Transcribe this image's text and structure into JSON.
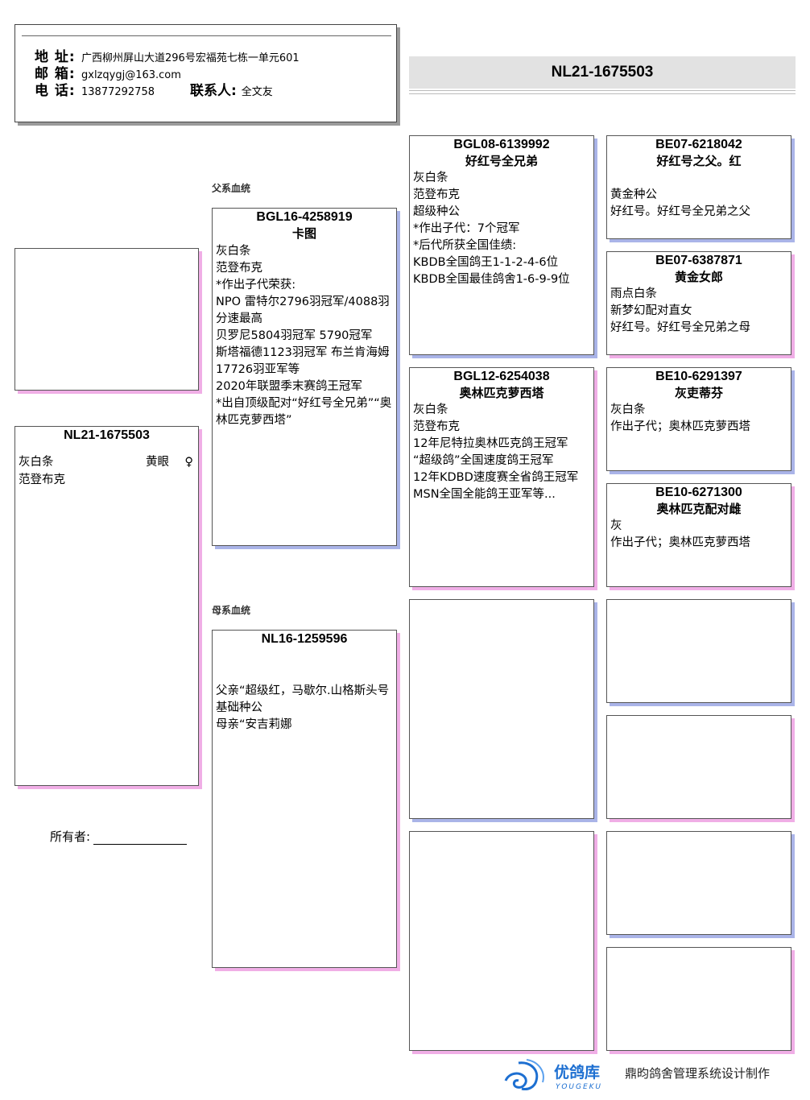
{
  "contact": {
    "address_label": "地 址:",
    "address": "广西柳州屏山大道296号宏福苑七栋一单元601",
    "email_label": "邮 箱:",
    "email": "gxlzqygj@163.com",
    "phone_label": "电 话:",
    "phone": "13877292758",
    "contact_label": "联系人:",
    "contact_name": "全文友"
  },
  "title": "NL21-1675503",
  "labels": {
    "sire_line": "父系血统",
    "dam_line": "母系血统"
  },
  "subject": {
    "ring": "NL21-1675503",
    "color": "灰白条",
    "eye": "黄眼",
    "sex": "♀",
    "strain": "范登布克"
  },
  "owner_label": "所有者:",
  "sire": {
    "ring": "BGL16-4258919",
    "name": "卡图",
    "body": "灰白条\n范登布克\n*作出子代荣获:\nNPO 雷特尔2796羽冠军/4088羽分速最高\n贝罗尼5804羽冠军 5790冠军\n斯塔福德1123羽冠军 布兰肯海姆17726羽亚军等\n2020年联盟季末赛鸽王冠军\n*出自顶级配对“好红号全兄弟”“奥林匹克萝西塔”"
  },
  "dam": {
    "ring": "NL16-1259596",
    "body": "\n\n父亲“超级红，马歇尔.山格斯头号基础种公\n母亲“安吉莉娜"
  },
  "ss": {
    "ring": "BGL08-6139992",
    "name": "好红号全兄弟",
    "body": "灰白条\n范登布克\n超级种公\n*作出子代：7个冠军\n*后代所获全国佳绩:\nKBDB全国鸽王1-1-2-4-6位\nKBDB全国最佳鸽舍1-6-9-9位"
  },
  "sd": {
    "ring": "BGL12-6254038",
    "name": "奥林匹克萝西塔",
    "body": "灰白条\n范登布克\n12年尼特拉奥林匹克鸽王冠军\n“超级鸽”全国速度鸽王冠军\n12年KDBD速度赛全省鸽王冠军\nMSN全国全能鸽王亚军等..."
  },
  "sss": {
    "ring": "BE07-6218042",
    "name": "好红号之父。红",
    "body": "\n黄金种公\n好红号。好红号全兄弟之父"
  },
  "ssd": {
    "ring": "BE07-6387871",
    "name": "黄金女郎",
    "body": "雨点白条\n新梦幻配对直女\n好红号。好红号全兄弟之母"
  },
  "sds": {
    "ring": "BE10-6291397",
    "name": "灰吏蒂芬",
    "body": "灰白条\n作出子代；奥林匹克萝西塔"
  },
  "sdd": {
    "ring": "BE10-6271300",
    "name": "奥林匹克配对雌",
    "body": "灰\n作出子代；奥林匹克萝西塔"
  },
  "footer": {
    "brand": "优鸽库",
    "brand_en": "YOUGEKU",
    "text": "鼎昀鸽舍管理系统设计制作",
    "logo_color": "#1d6fd1"
  }
}
